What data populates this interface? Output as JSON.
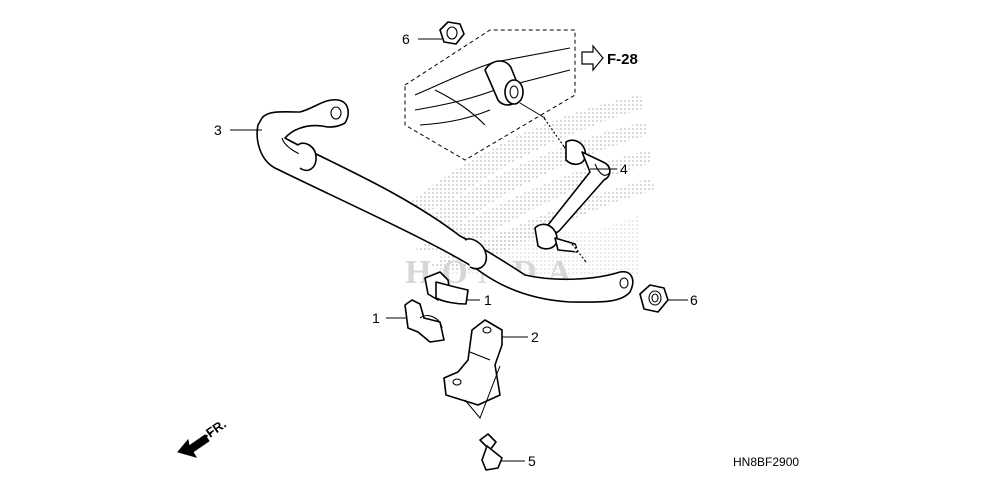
{
  "callouts": [
    {
      "id": "c1a",
      "number": "1"
    },
    {
      "id": "c1b",
      "number": "1"
    },
    {
      "id": "c2",
      "number": "2"
    },
    {
      "id": "c3",
      "number": "3"
    },
    {
      "id": "c4",
      "number": "4"
    },
    {
      "id": "c5",
      "number": "5"
    },
    {
      "id": "c6a",
      "number": "6"
    },
    {
      "id": "c6b",
      "number": "6"
    }
  ],
  "reference": {
    "label": "F-28"
  },
  "direction": {
    "label": "FR."
  },
  "diagram_code": "HN8BF2900",
  "watermark": {
    "text": "HONDA"
  }
}
